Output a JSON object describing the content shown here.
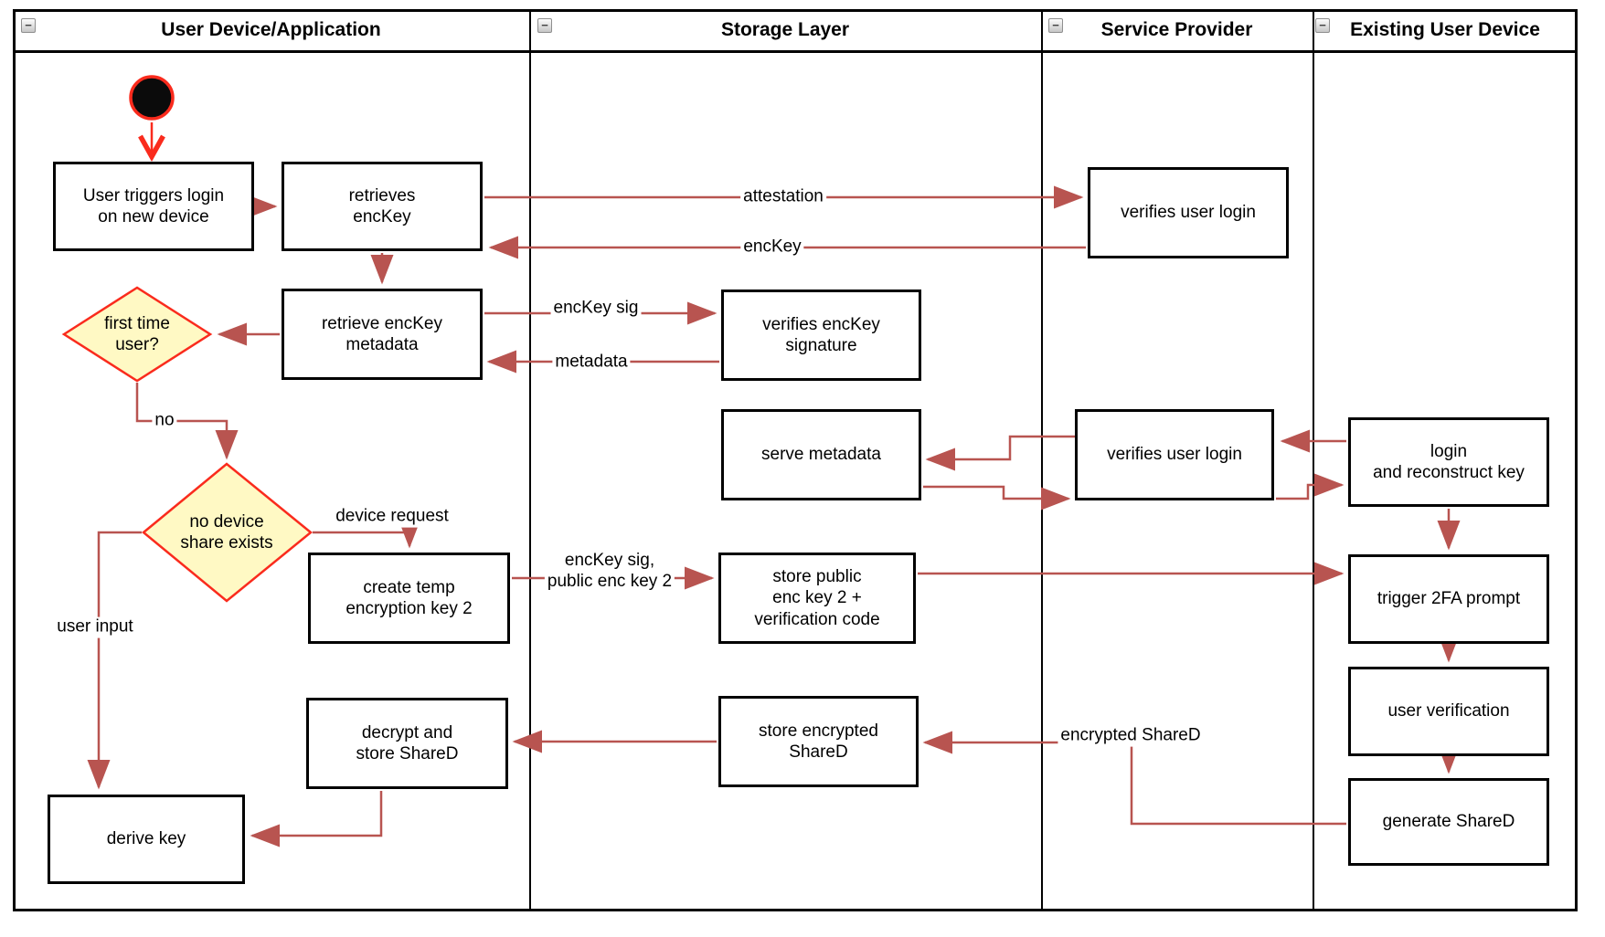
{
  "ui": {
    "collapse_glyph": "−"
  },
  "lanes": [
    {
      "title": "User Device/Application"
    },
    {
      "title": "Storage Layer"
    },
    {
      "title": "Service Provider"
    },
    {
      "title": "Existing User Device"
    }
  ],
  "nodes": {
    "user_triggers": {
      "label": "User triggers login\non new device"
    },
    "retrieves_enckey": {
      "label": "retrieves\nencKey"
    },
    "retrieve_metadata": {
      "label": "retrieve encKey\nmetadata"
    },
    "create_temp": {
      "label": "create temp\nencryption key 2"
    },
    "decrypt_store": {
      "label": "decrypt and\nstore ShareD"
    },
    "derive_key": {
      "label": "derive key"
    },
    "verifies_sig": {
      "label": "verifies encKey\nsignature"
    },
    "serve_metadata": {
      "label": "serve metadata"
    },
    "store_public": {
      "label": "store public\nenc key 2 +\nverification code"
    },
    "store_encrypted": {
      "label": "store encrypted\nShareD"
    },
    "verifies_login_sp1": {
      "label": "verifies user login"
    },
    "verifies_login_sp2": {
      "label": "verifies user login"
    },
    "login_reconstruct": {
      "label": "login\nand reconstruct key"
    },
    "trigger_2fa": {
      "label": "trigger 2FA prompt"
    },
    "user_verification": {
      "label": "user verification"
    },
    "generate_shared": {
      "label": "generate ShareD"
    }
  },
  "decisions": {
    "first_time": {
      "label": "first time\nuser?"
    },
    "no_device_share": {
      "label": "no device\nshare exists"
    }
  },
  "edge_labels": {
    "attestation": "attestation",
    "enckey": "encKey",
    "enckey_sig": "encKey sig",
    "metadata": "metadata",
    "no": "no",
    "device_request": "device request",
    "enckey_sig_public": "encKey sig,\npublic enc key 2",
    "user_input": "user input",
    "encrypted_shared": "encrypted ShareD"
  },
  "colors": {
    "connector": "#B85450",
    "highlight_red": "#FA2B1D",
    "decision_fill": "#FFF9C4",
    "node_border": "#000000"
  }
}
